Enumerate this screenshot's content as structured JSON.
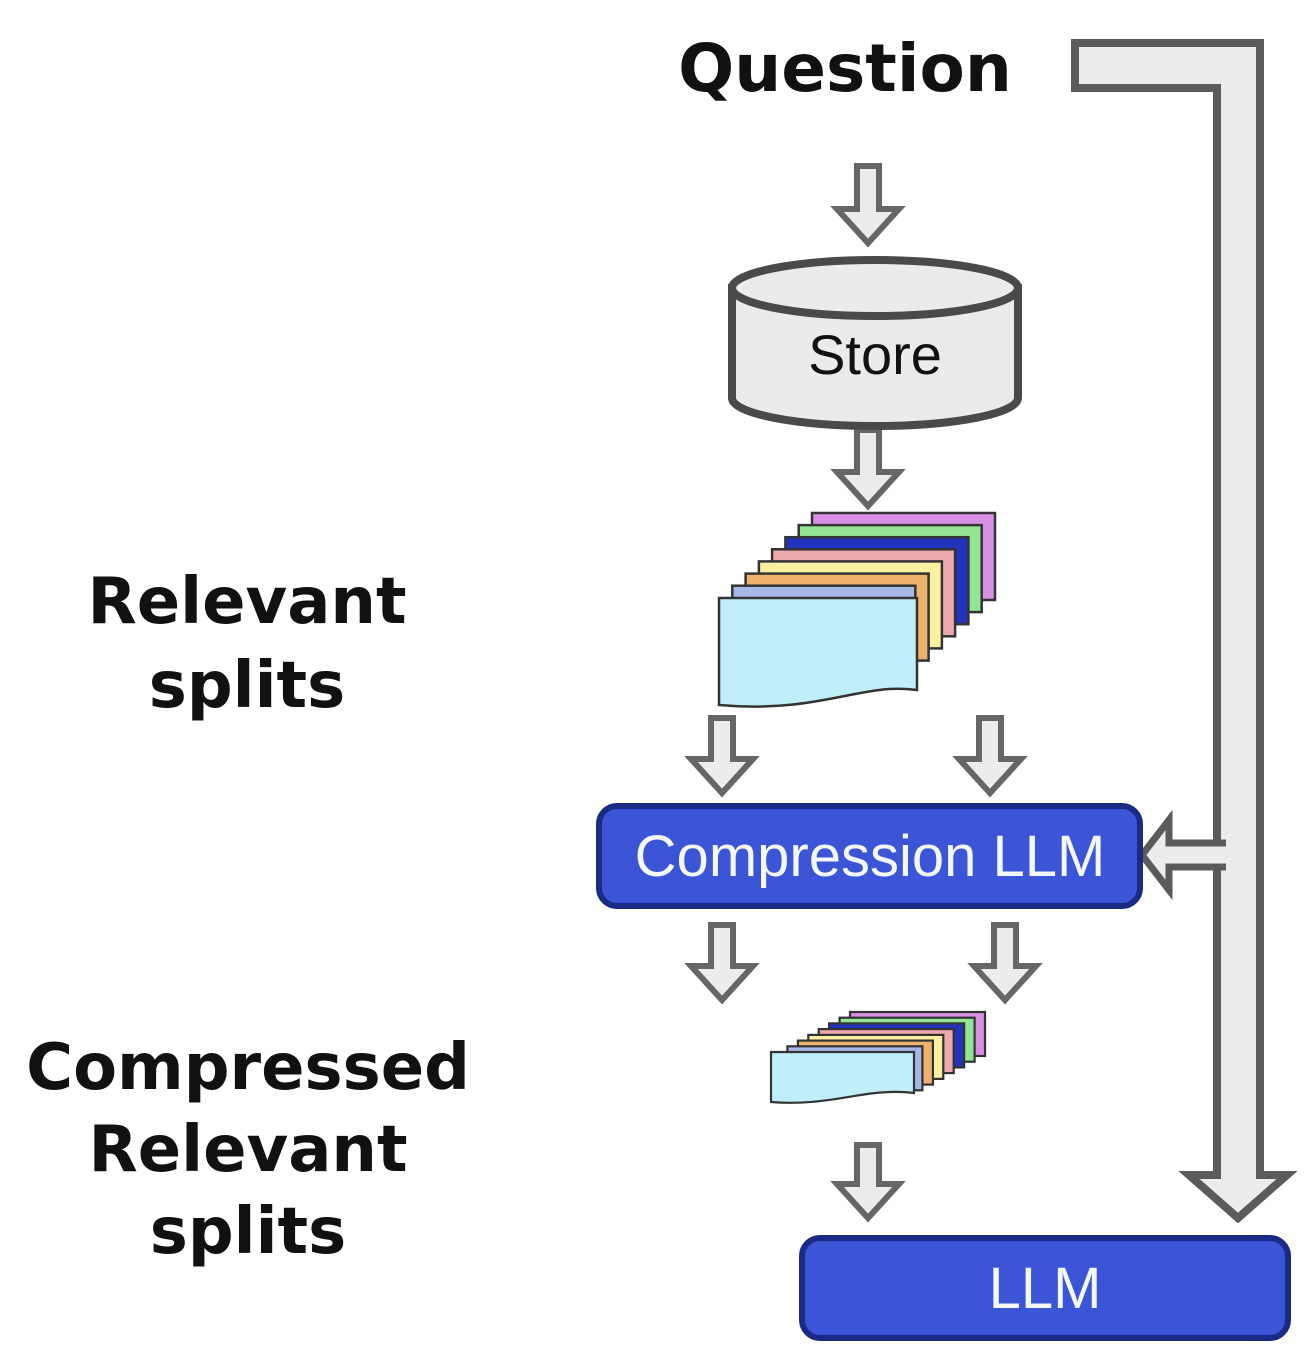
{
  "labels": {
    "question": "Question",
    "relevant_splits": [
      "Relevant",
      "splits"
    ],
    "compressed_relevant_splits": [
      "Compressed",
      "Relevant",
      "splits"
    ]
  },
  "nodes": {
    "store": {
      "label": "Store"
    },
    "compression_llm": {
      "label": "Compression LLM"
    },
    "llm": {
      "label": "LLM"
    }
  },
  "colors": {
    "label_text": "#111111",
    "node_fill": "#3b55d6",
    "node_border": "#1b2b85",
    "node_text": "#f4f7fd",
    "cylinder_fill": "#ebebeb",
    "cylinder_stroke": "#4a4a4a",
    "pipe_fill": "#ececec",
    "pipe_stroke": "#5b5b5b",
    "arrow_fill": "#ececec",
    "arrow_stroke": "#666666",
    "document_stroke": "#333333"
  },
  "stacks": {
    "relevant_splits_colors": [
      "#d990e4",
      "#93e493",
      "#2433bd",
      "#eda9ae",
      "#f9f0a2",
      "#edb36c",
      "#a6b8e8",
      "#c0eef9"
    ],
    "compressed_splits_colors": [
      "#d990e4",
      "#93e493",
      "#2433bd",
      "#eda9ae",
      "#f9f0a2",
      "#edb36c",
      "#a6b8e8",
      "#c0eef9"
    ]
  }
}
